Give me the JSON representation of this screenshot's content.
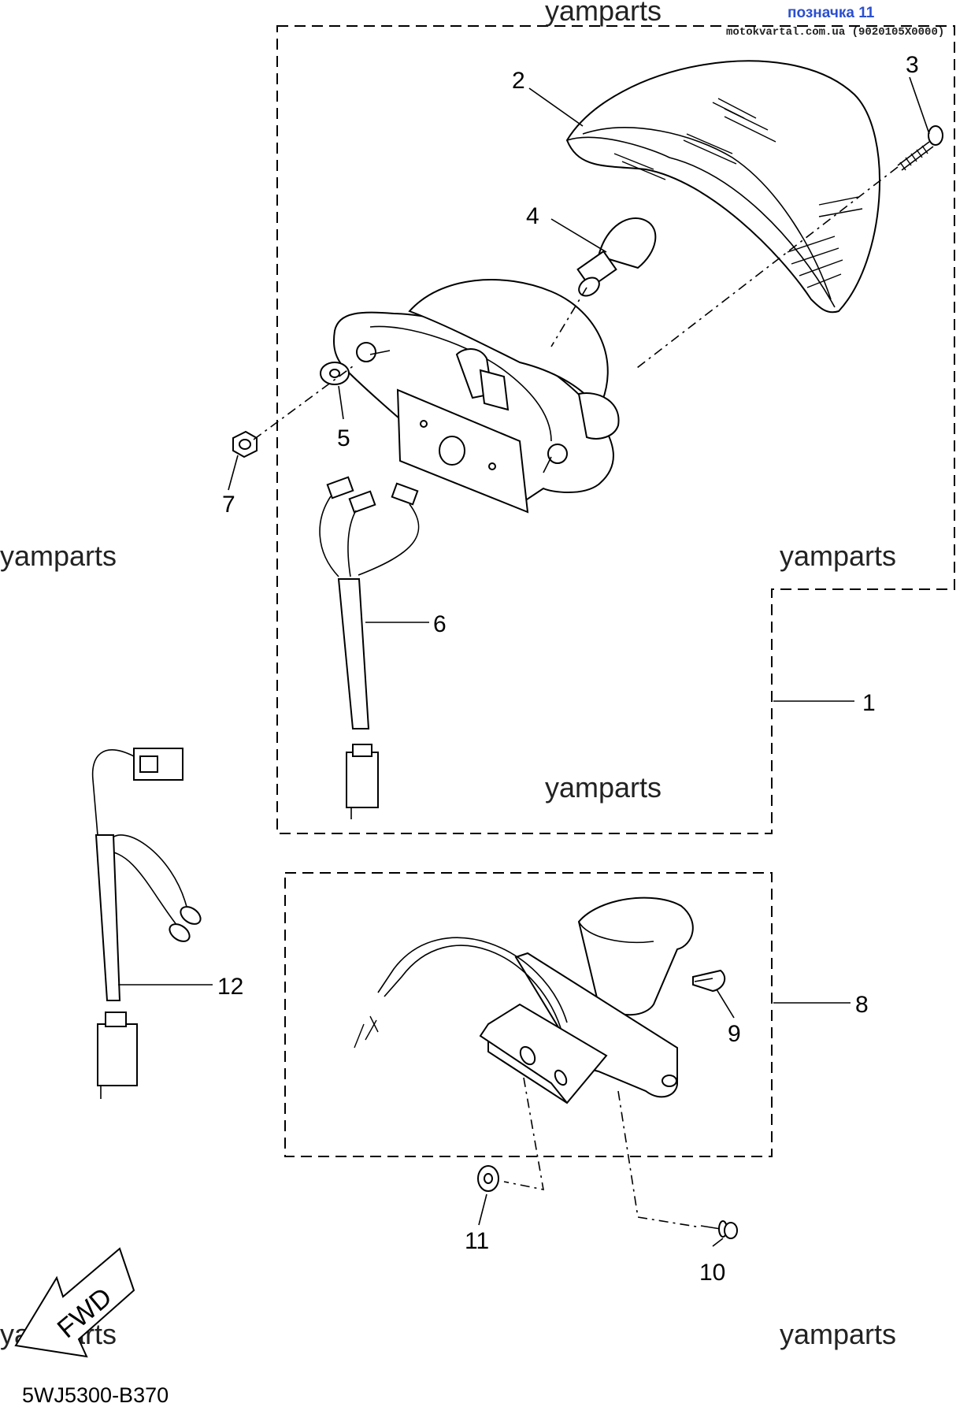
{
  "header": {
    "label": "позначка 11",
    "source": "motokvartal.com.ua (9020105X0000)"
  },
  "watermarks": [
    "yamparts",
    "yamparts",
    "yamparts",
    "yamparts",
    "yamparts",
    "yamparts"
  ],
  "callouts": [
    "1",
    "2",
    "3",
    "4",
    "5",
    "6",
    "7",
    "8",
    "9",
    "10",
    "11",
    "12"
  ],
  "fwd_label": "FWD",
  "diagram_code": "5WJ5300-B370"
}
